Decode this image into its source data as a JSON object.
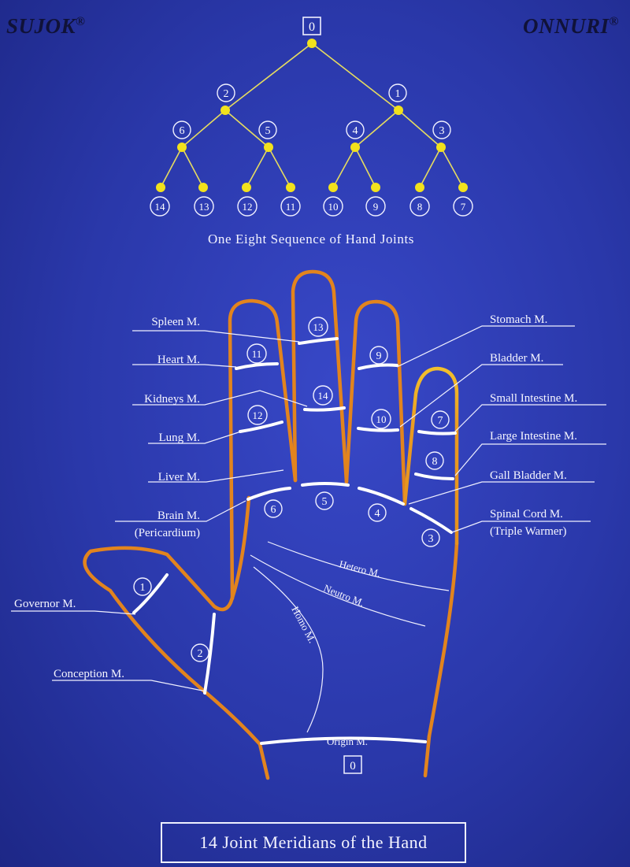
{
  "brand": {
    "left": "SUJOK",
    "right": "ONNURI",
    "mark": "®"
  },
  "tree": {
    "root": "0",
    "level1": [
      "2",
      "1"
    ],
    "level2": [
      "6",
      "5",
      "4",
      "3"
    ],
    "leaves": [
      "14",
      "13",
      "12",
      "11",
      "10",
      "9",
      "8",
      "7"
    ],
    "caption": "One Eight Sequence of Hand Joints"
  },
  "hand": {
    "meridians_left": [
      {
        "label": "Spleen M."
      },
      {
        "label": "Heart M."
      },
      {
        "label": "Kidneys M."
      },
      {
        "label": "Lung M."
      },
      {
        "label": "Liver M."
      },
      {
        "label": "Brain M.",
        "sub": "(Pericardium)"
      },
      {
        "label": "Governor M."
      },
      {
        "label": "Conception M."
      }
    ],
    "meridians_right": [
      {
        "label": "Stomach M."
      },
      {
        "label": "Bladder M."
      },
      {
        "label": "Small Intestine M."
      },
      {
        "label": "Large Intestine M."
      },
      {
        "label": "Gall Bladder M."
      },
      {
        "label": "Spinal Cord M.",
        "sub": "(Triple Warmer)"
      }
    ],
    "palm_lines": [
      "Hetero M.",
      "Neutro M.",
      "Homo M.",
      "Origin M."
    ],
    "joint_numbers": [
      "1",
      "2",
      "3",
      "4",
      "5",
      "6",
      "7",
      "8",
      "9",
      "10",
      "11",
      "12",
      "13",
      "14"
    ],
    "origin_box": "0"
  },
  "title": "14 Joint Meridians of the Hand",
  "colors": {
    "background": "#2b39ad",
    "tree_dot": "#f2e21c",
    "tree_line": "#e6dc60",
    "hand_outline": "#e0841e",
    "joint_line": "#ffffff",
    "brand_text": "#101238"
  }
}
